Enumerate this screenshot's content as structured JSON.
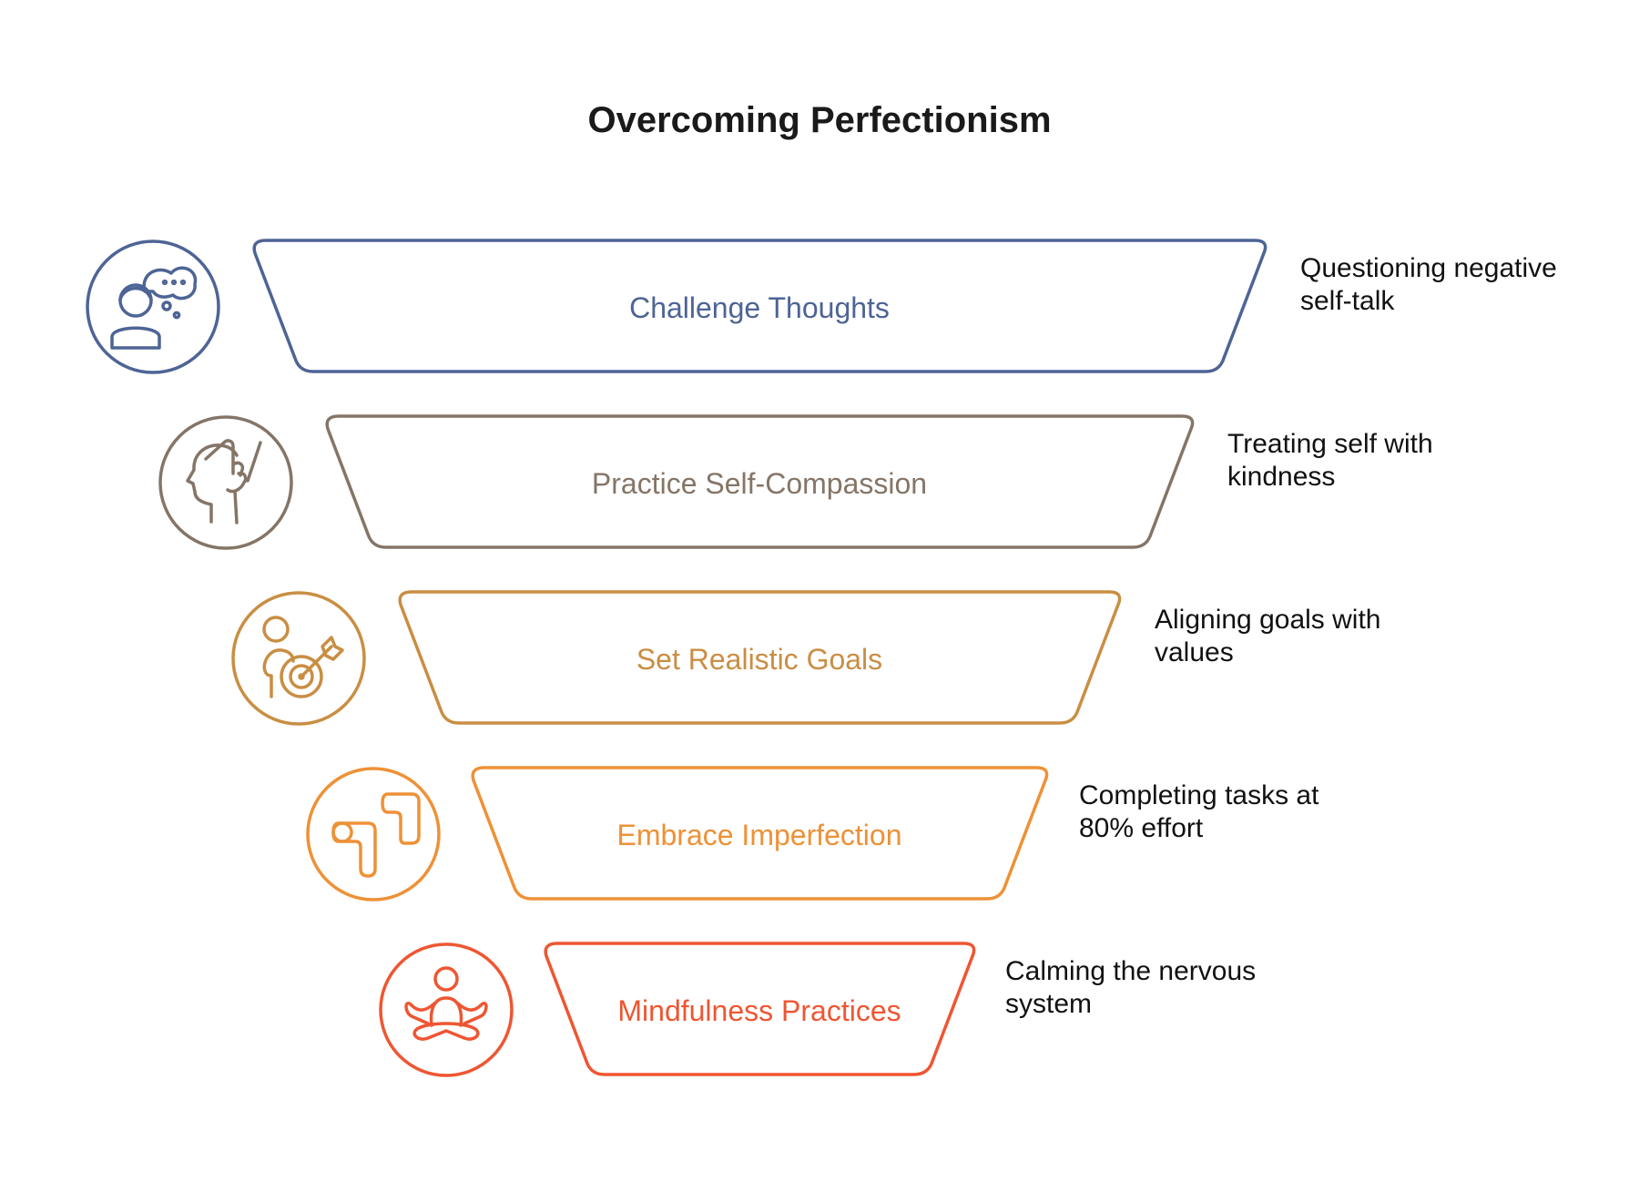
{
  "title": "Overcoming Perfectionism",
  "stages": [
    {
      "label": "Challenge Thoughts",
      "description_lines": [
        "Questioning negative",
        "self-talk"
      ],
      "color": "#4E6496",
      "icon": "thinking-person-icon"
    },
    {
      "label": "Practice Self-Compassion",
      "description_lines": [
        "Treating self with",
        "kindness"
      ],
      "color": "#857567",
      "icon": "comforting-hand-head-icon"
    },
    {
      "label": "Set Realistic Goals",
      "description_lines": [
        "Aligning goals with",
        "values"
      ],
      "color": "#C98E43",
      "icon": "person-target-icon"
    },
    {
      "label": "Embrace Imperfection",
      "description_lines": [
        "Completing tasks at",
        "80% effort"
      ],
      "color": "#EE9136",
      "icon": "bent-arrow-shapes-icon"
    },
    {
      "label": "Mindfulness Practices",
      "description_lines": [
        "Calming the nervous",
        "system"
      ],
      "color": "#EE5632",
      "icon": "meditation-person-icon"
    }
  ]
}
